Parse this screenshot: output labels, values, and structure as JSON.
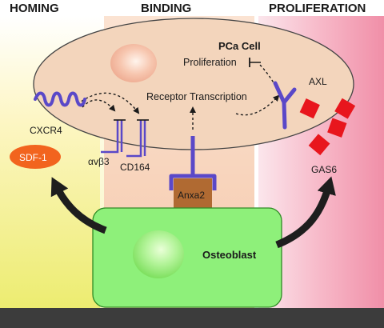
{
  "headings": {
    "left": "HOMING",
    "center": "BINDING",
    "right": "PROLIFERATION"
  },
  "cell": {
    "title": "PCa Cell",
    "proliferation": "Proliferation",
    "receptor_transcription": "Receptor Transcription"
  },
  "labels": {
    "cxcr4": "CXCR4",
    "sdf1": "SDF-1",
    "integrin": "αvβ3",
    "cd164": "CD164",
    "anxa2": "Anxa2",
    "axl": "AXL",
    "gas6": "GAS6",
    "osteoblast": "Osteoblast"
  },
  "colors": {
    "receptor": "#5a48c8",
    "gas6": "#e8161d",
    "sdf1": "#f2641e",
    "anxa2": "#b06a32",
    "osteoblast": "#8ef07a",
    "cell": "#f3d5bc",
    "ground": "#3c3c3c"
  }
}
